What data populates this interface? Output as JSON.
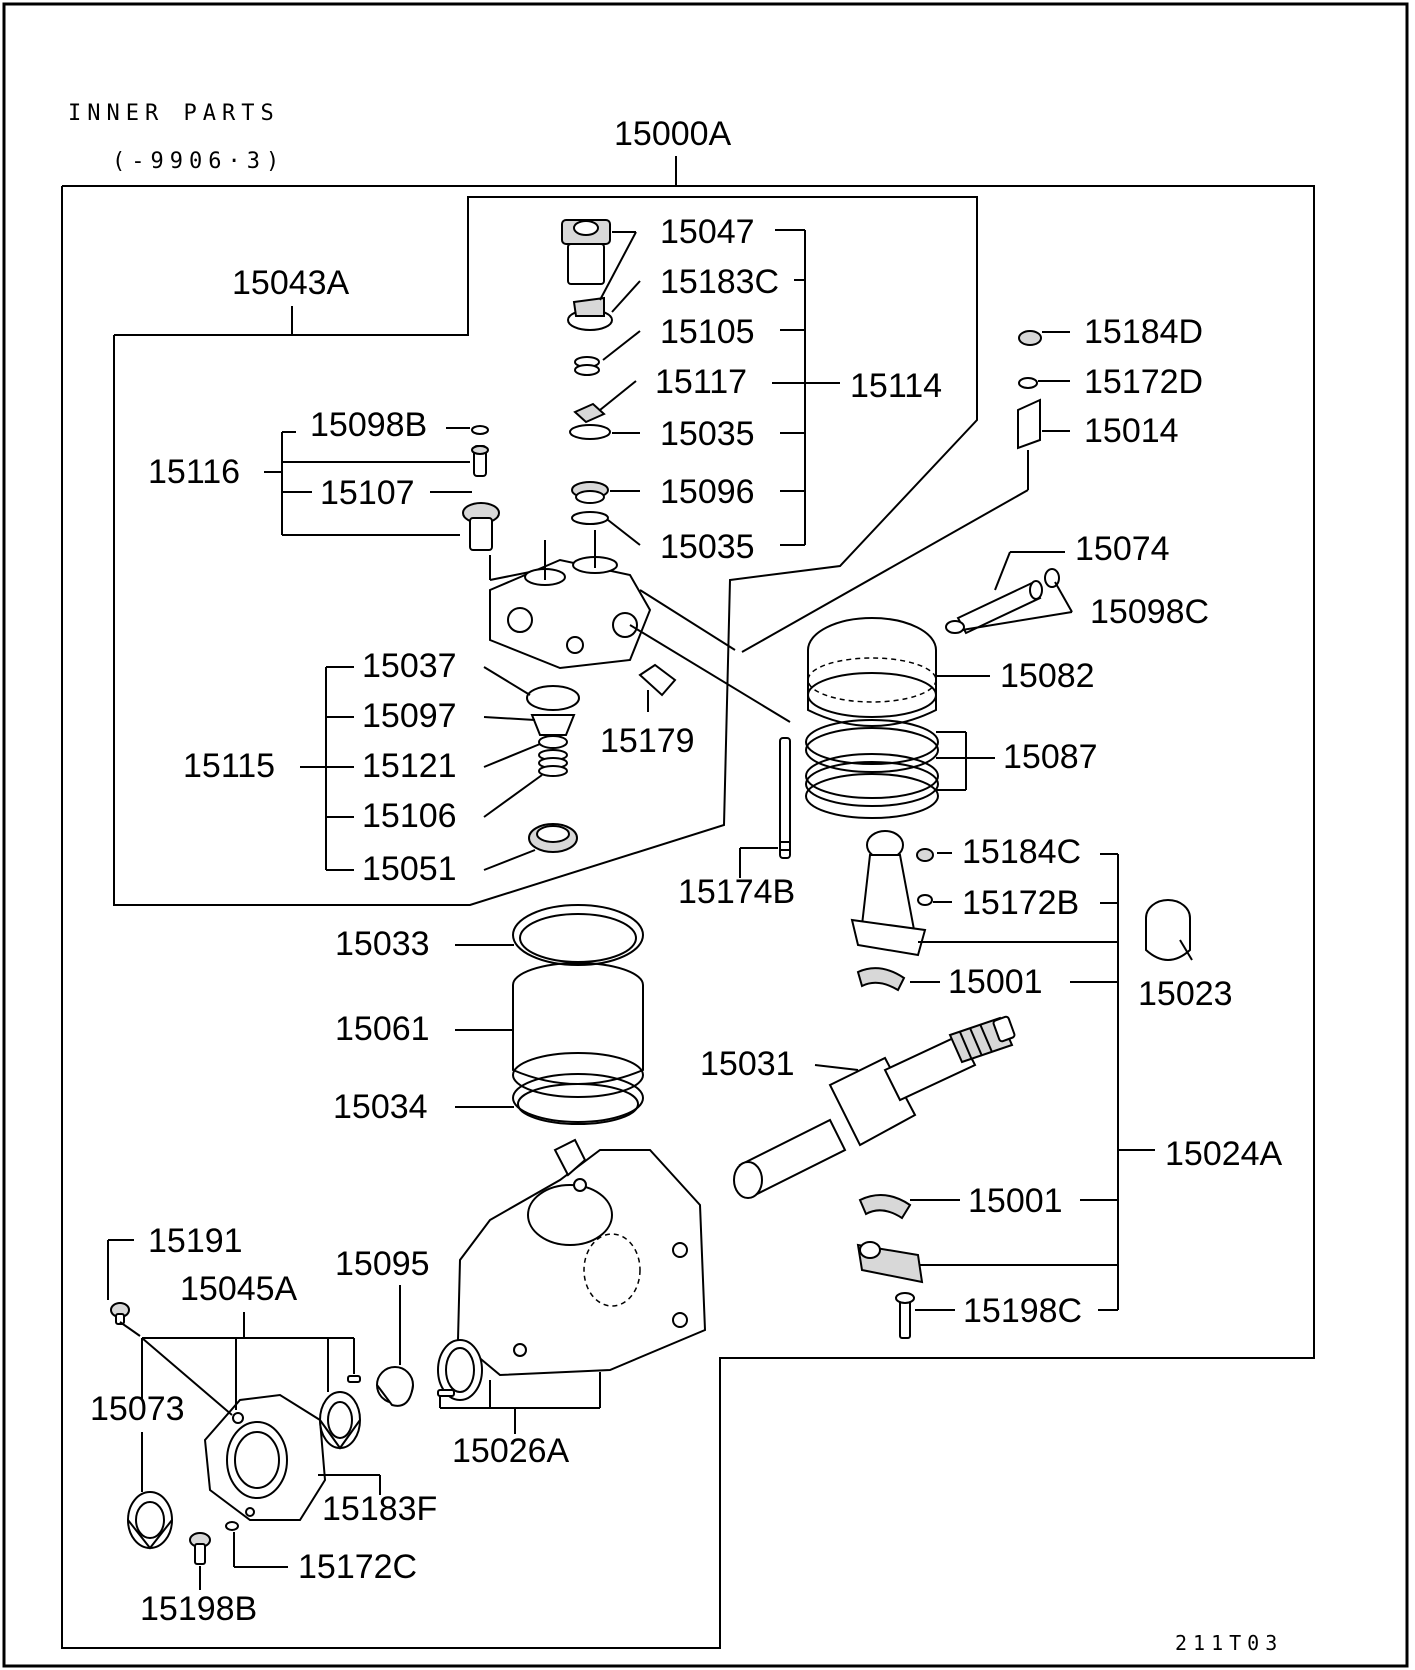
{
  "header": {
    "title": "INNER PARTS",
    "subtitle": "(-9906·3)"
  },
  "drawing_code": "211T03",
  "assembly_label": "15000A",
  "labels": {
    "p15043A": "15043A",
    "p15047": "15047",
    "p15183C": "15183C",
    "p15105": "15105",
    "p15117": "15117",
    "p15114": "15114",
    "p15035a": "15035",
    "p15096": "15096",
    "p15035b": "15035",
    "p15098B": "15098B",
    "p15116": "15116",
    "p15107": "15107",
    "p15184D": "15184D",
    "p15172D": "15172D",
    "p15014": "15014",
    "p15074": "15074",
    "p15098C": "15098C",
    "p15082": "15082",
    "p15087": "15087",
    "p15037": "15037",
    "p15097": "15097",
    "p15115": "15115",
    "p15121": "15121",
    "p15106": "15106",
    "p15051": "15051",
    "p15179": "15179",
    "p15174B": "15174B",
    "p15184C": "15184C",
    "p15172B": "15172B",
    "p15001a": "15001",
    "p15023": "15023",
    "p15033": "15033",
    "p15061": "15061",
    "p15034": "15034",
    "p15031": "15031",
    "p15024A": "15024A",
    "p15001b": "15001",
    "p15191": "15191",
    "p15095": "15095",
    "p15045A": "15045A",
    "p15198C": "15198C",
    "p15073": "15073",
    "p15026A": "15026A",
    "p15183F": "15183F",
    "p15172C": "15172C",
    "p15198B": "15198B"
  }
}
